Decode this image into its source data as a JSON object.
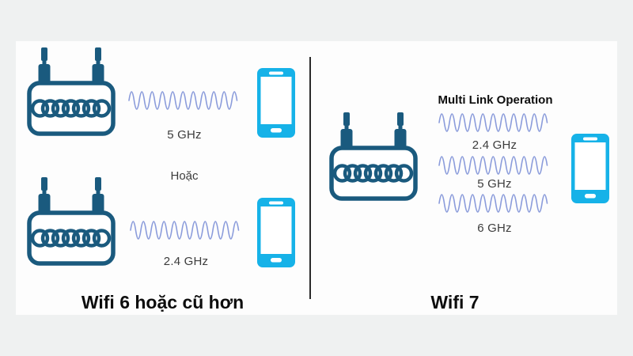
{
  "left_panel": {
    "title": "Wifi 6 hoặc cũ hơn",
    "or_label": "Hoặc",
    "links": [
      {
        "band": "5 GHz"
      },
      {
        "band": "2.4 GHz"
      }
    ]
  },
  "right_panel": {
    "subtitle": "Multi Link Operation",
    "title": "Wifi 7",
    "bands": [
      "2.4 GHz",
      "5 GHz",
      "6 GHz"
    ]
  },
  "icons": {
    "router": "router-icon",
    "phone": "smartphone-icon",
    "wave": "radio-wave-icon"
  },
  "colors": {
    "router": "#1a5a7e",
    "phone": "#16b2e8",
    "wave": "#8b9cdb",
    "text": "#3c3c3c",
    "title": "#0d0d0d",
    "bg": "#eff1f1",
    "panel": "#fdfdfd",
    "divider": "#2a2a2a"
  }
}
